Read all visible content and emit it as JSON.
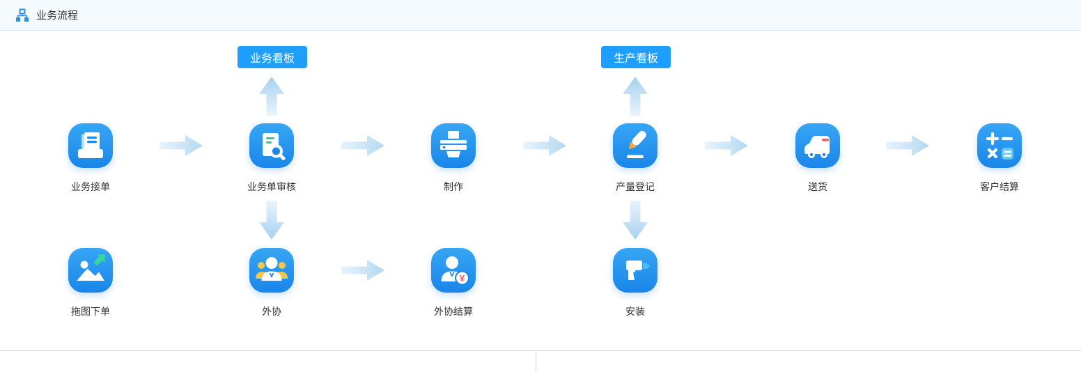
{
  "header": {
    "title": "业务流程",
    "icon": "flowchart-icon"
  },
  "flow": {
    "kanban_buttons": [
      {
        "label": "业务看板"
      },
      {
        "label": "生产看板"
      }
    ],
    "row1": [
      {
        "label": "业务接单",
        "icon": "inbox-document-icon"
      },
      {
        "label": "业务单审核",
        "icon": "document-search-icon"
      },
      {
        "label": "制作",
        "icon": "printer-icon"
      },
      {
        "label": "产量登记",
        "icon": "pencil-register-icon"
      },
      {
        "label": "送货",
        "icon": "delivery-van-icon"
      },
      {
        "label": "客户结算",
        "icon": "calculator-icon"
      }
    ],
    "row2": [
      {
        "label": "拖图下单",
        "icon": "image-drag-order-icon"
      },
      {
        "label": "外协",
        "icon": "team-icon"
      },
      {
        "label": "外协结算",
        "icon": "person-currency-icon"
      },
      {
        "label": "安装",
        "icon": "drill-icon"
      }
    ],
    "currency_badge": "¥",
    "colors": {
      "accent_button": "#1e9fff",
      "tile_top": "#36a6f4",
      "tile_bottom": "#1a86e9",
      "arrow_light": "#e9f4fc",
      "arrow_dark": "#a7d1f0",
      "divider": "#b3d7ec",
      "green": "#2dce89",
      "mint_arrow": "#33d79c",
      "yellow": "#f3c64e",
      "orange": "#f7a93e",
      "red": "#f15b5b",
      "cyan": "#53c4f7"
    }
  }
}
